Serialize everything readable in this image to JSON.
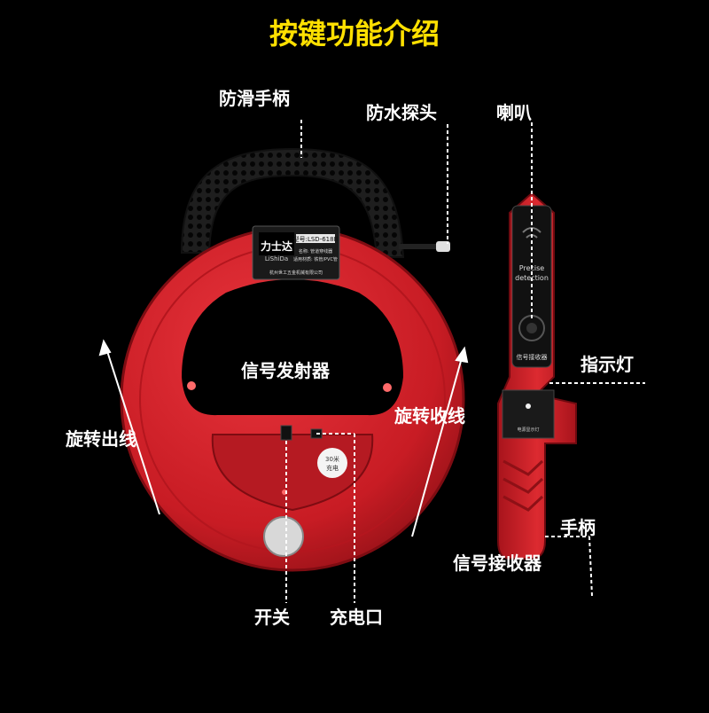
{
  "title": "按键功能介绍",
  "colors": {
    "title": "#ffe000",
    "background": "#000000",
    "device_red": "#d81e28",
    "handle_black": "#1a1a1a",
    "label": "#ffffff"
  },
  "labels": {
    "anti_slip_handle": "防滑手柄",
    "waterproof_probe": "防水探头",
    "speaker": "喇叭",
    "indicator_light": "指示灯",
    "rotate_out": "旋转出线",
    "rotate_in": "旋转收线",
    "transmitter": "信号发射器",
    "handle": "手柄",
    "receiver": "信号接收器",
    "switch": "开关",
    "charge_port": "充电口"
  },
  "transmitter_panel": {
    "brand": "力士达",
    "brand_en": "LiShiDa",
    "model": "型号:LSD-618B",
    "line1": "名称: 管道穿线器",
    "line2": "适用材质: 铁管/PVC管",
    "maker": "杭州世工五金机械有限公司",
    "charge_badge_top": "30米",
    "charge_badge_bottom": "充电"
  },
  "receiver_panel": {
    "text_line1": "Precise",
    "text_line2": "detection",
    "name": "信号接收器",
    "power_indicator": "电源显示灯"
  },
  "icons": {
    "speaker": "speaker-icon",
    "brand_logo": "brand-logo-icon"
  }
}
